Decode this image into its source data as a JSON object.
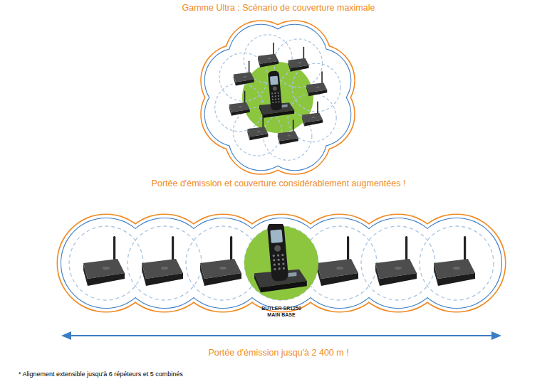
{
  "diagram": {
    "title": "Gamme Ultra : Scénario de couverture maximale",
    "nodes": [
      {
        "text": [
          "BUTLER SR1250 MAIN BASE"
        ]
      }
    ],
    "labels": [
      "Portée d'émission et couverture considérablement augmentées !",
      "Portée d'émission jusqu'à 2 400 m !",
      "* Alignement extensible jusqu'à 6 répéteurs et 5 combinés"
    ]
  }
}
